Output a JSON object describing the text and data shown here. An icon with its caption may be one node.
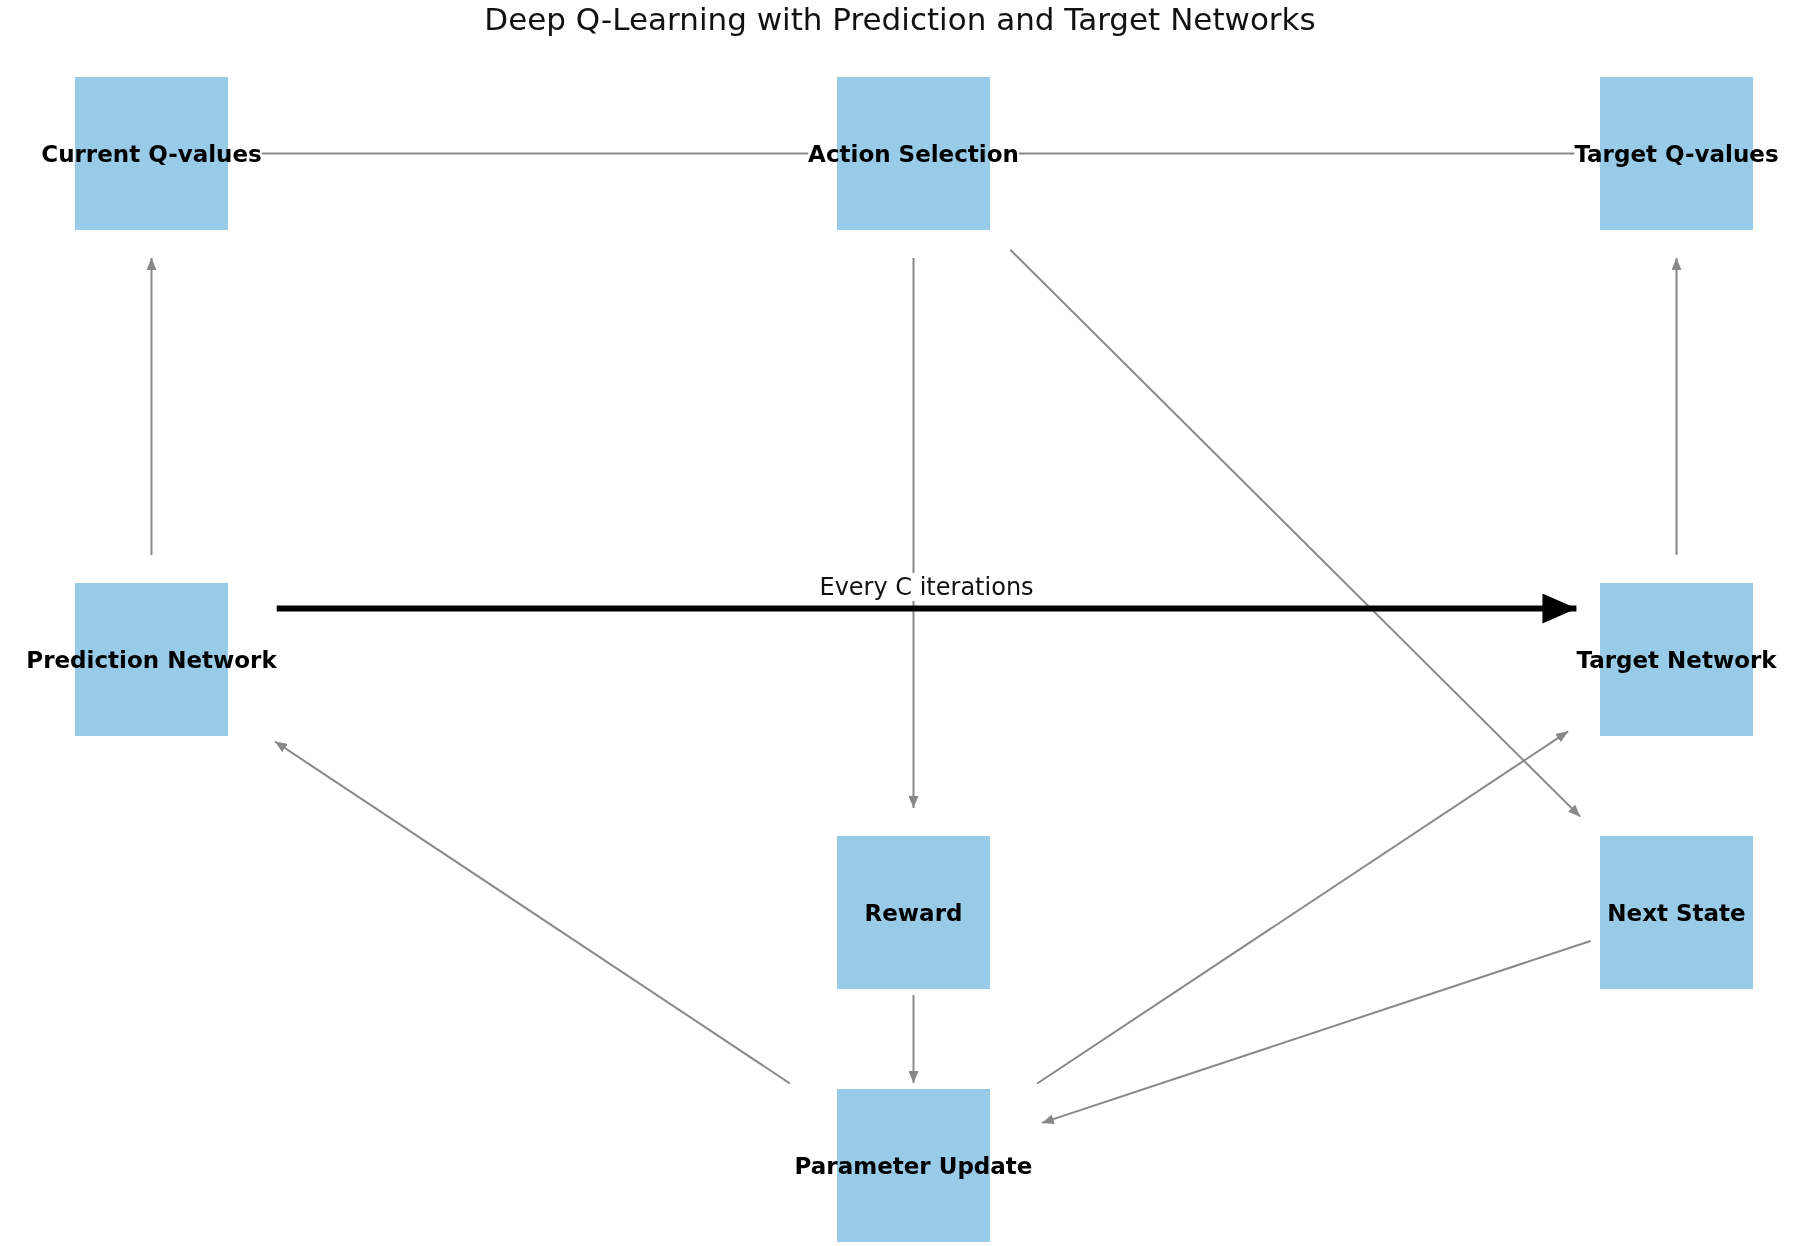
{
  "diagram": {
    "title": "Deep Q-Learning with Prediction and Target Networks",
    "nodes": [
      {
        "text": [
          "Current Q-values"
        ]
      },
      {
        "text": [
          "Action Selection"
        ]
      },
      {
        "text": [
          "Target Q-values"
        ]
      },
      {
        "text": [
          "Prediction Network"
        ]
      },
      {
        "text": [
          "Target Network"
        ]
      },
      {
        "text": [
          "Reward"
        ]
      },
      {
        "text": [
          "Next State"
        ]
      },
      {
        "text": [
          "Parameter Update"
        ]
      }
    ],
    "edges": [
      {
        "from": 0,
        "to": 1,
        "arrow": "none"
      },
      {
        "from": 1,
        "to": 2,
        "arrow": "none"
      },
      {
        "from": 3,
        "to": 0,
        "arrow": "to"
      },
      {
        "from": 4,
        "to": 2,
        "arrow": "to"
      },
      {
        "from": 1,
        "to": 5,
        "arrow": "to"
      },
      {
        "from": 1,
        "to": 6,
        "arrow": "to"
      },
      {
        "from": 5,
        "to": 7,
        "arrow": "to"
      },
      {
        "from": 7,
        "to": 3,
        "arrow": "to"
      },
      {
        "from": 7,
        "to": 4,
        "arrow": "to"
      },
      {
        "from": 6,
        "to": 7,
        "arrow": "to"
      },
      {
        "from": 3,
        "to": 4,
        "arrow": "to",
        "label": "Every C iterations",
        "style": "thick",
        "color": "#000000"
      }
    ]
  }
}
